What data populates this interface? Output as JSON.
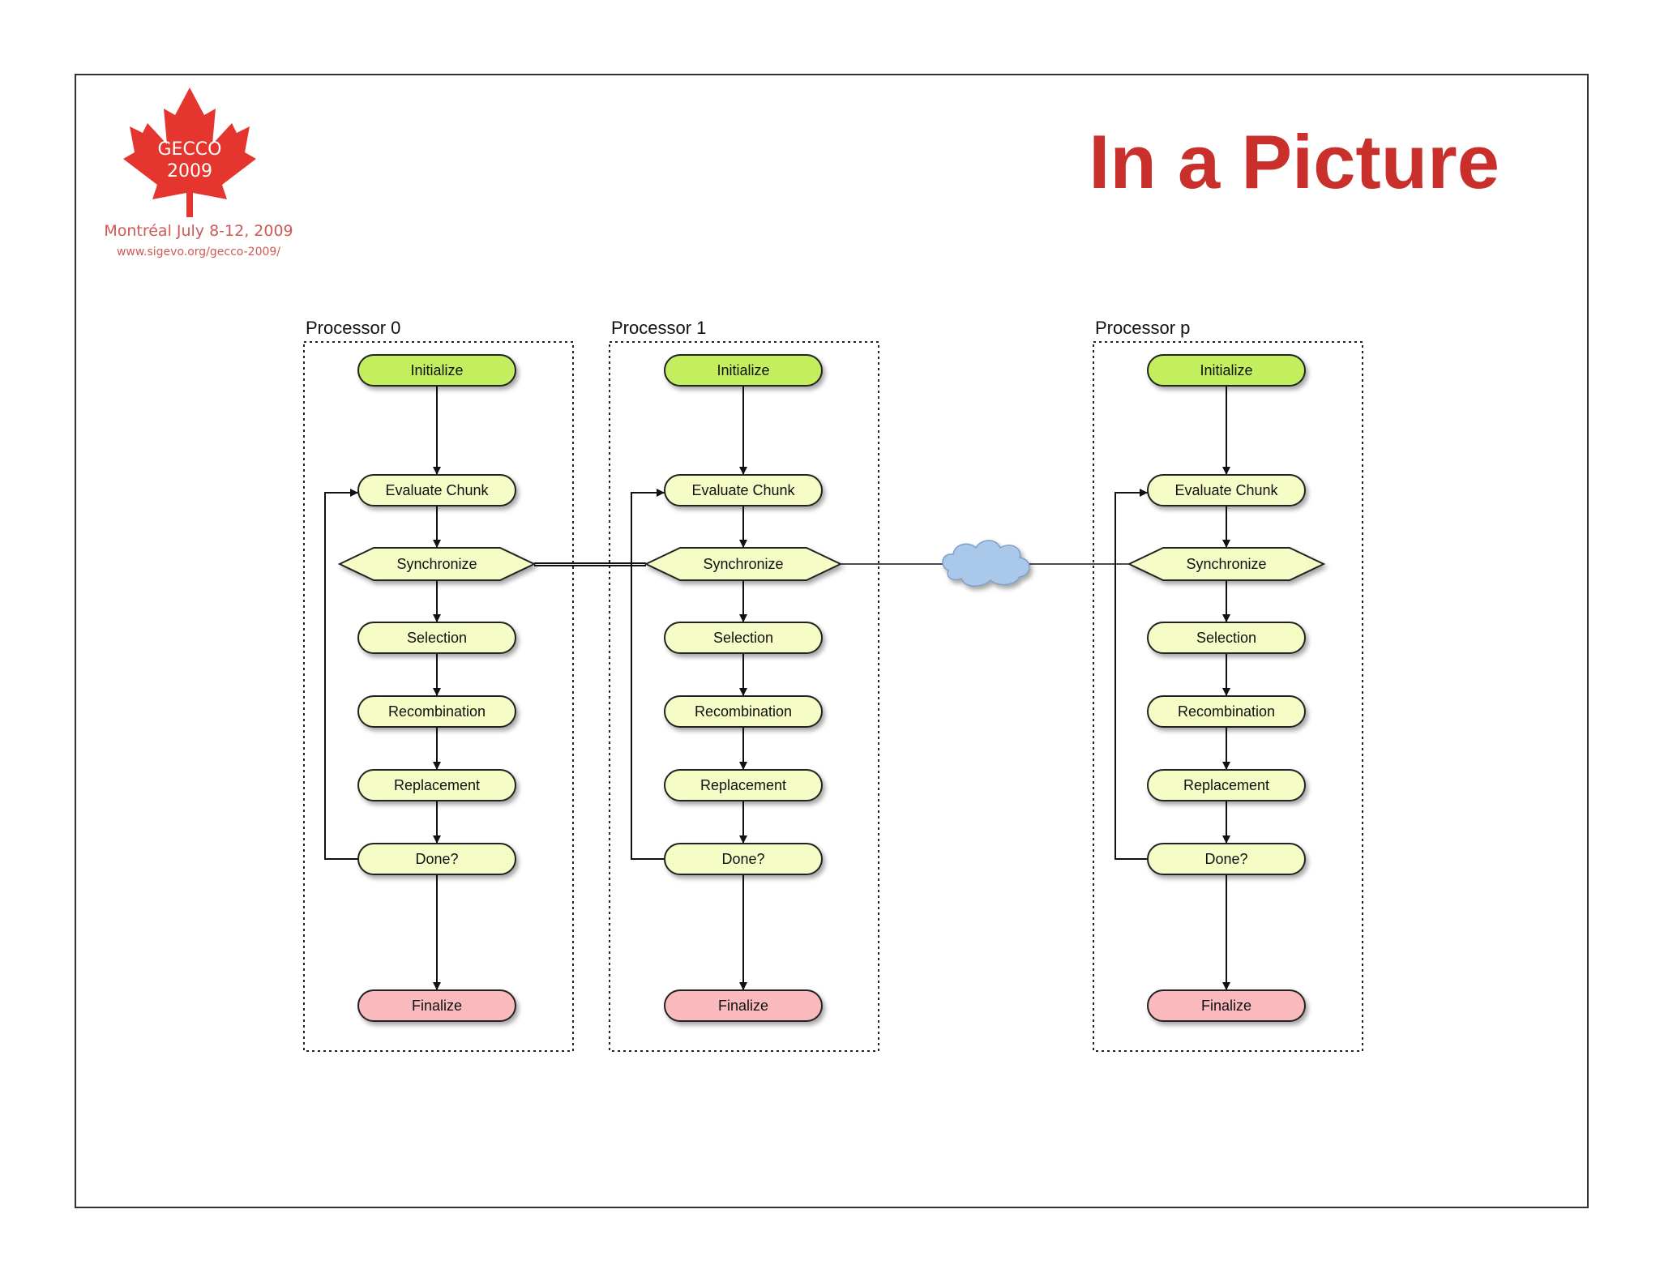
{
  "title": "In a Picture",
  "logo": {
    "name_line1": "GECCO",
    "name_line2": "2009",
    "place_date": "Montréal July 8-12, 2009",
    "url": "www.sigevo.org/gecco-2009/"
  },
  "colors": {
    "title": "#c9302c",
    "start_node": "#c3ef5e",
    "process_node": "#f6fcc6",
    "end_node": "#f9b9bd",
    "logo_red": "#e4352f",
    "cloud": "#a9c8ea"
  },
  "diagram": {
    "processors": [
      {
        "name": "Processor 0"
      },
      {
        "name": "Processor 1"
      },
      {
        "name": "Processor p"
      }
    ],
    "steps": [
      {
        "label": "Initialize",
        "kind": "start"
      },
      {
        "label": "Evaluate Chunk",
        "kind": "process"
      },
      {
        "label": "Synchronize",
        "kind": "sync"
      },
      {
        "label": "Selection",
        "kind": "process"
      },
      {
        "label": "Recombination",
        "kind": "process"
      },
      {
        "label": "Replacement",
        "kind": "process"
      },
      {
        "label": "Done?",
        "kind": "process"
      },
      {
        "label": "Finalize",
        "kind": "end"
      }
    ],
    "network_icon": "cloud-icon"
  }
}
